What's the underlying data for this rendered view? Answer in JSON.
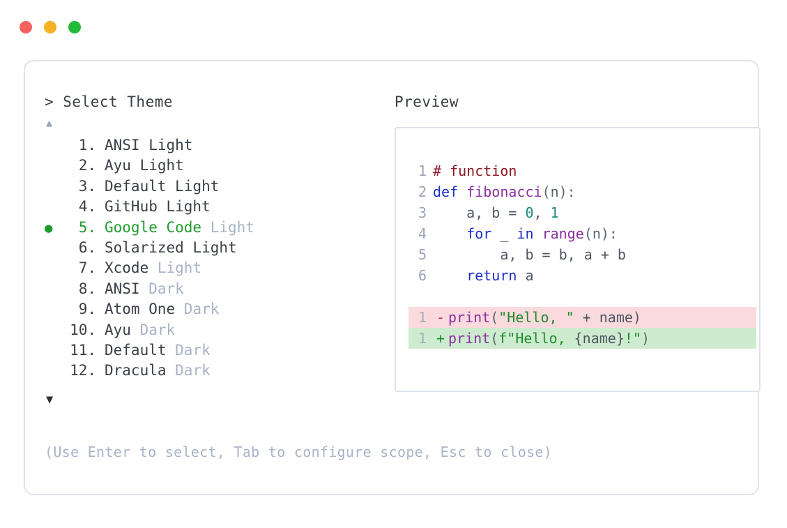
{
  "window": {
    "dots": [
      {
        "name": "close-dot",
        "color": "#f4625c"
      },
      {
        "name": "minimize-dot",
        "color": "#f5b324"
      },
      {
        "name": "maximize-dot",
        "color": "#22bb39"
      }
    ]
  },
  "picker": {
    "prompt": "> Select Theme",
    "scroll_up": "▲",
    "scroll_down": "▼",
    "selected_index": 5,
    "selected_bullet": "●",
    "items": [
      {
        "num": "1",
        "name": "ANSI",
        "variant": "Light",
        "variant_muted": false,
        "selected": false
      },
      {
        "num": "2",
        "name": "Ayu",
        "variant": "Light",
        "variant_muted": false,
        "selected": false
      },
      {
        "num": "3",
        "name": "Default",
        "variant": "Light",
        "variant_muted": false,
        "selected": false
      },
      {
        "num": "4",
        "name": "GitHub",
        "variant": "Light",
        "variant_muted": false,
        "selected": false
      },
      {
        "num": "5",
        "name": "Google Code",
        "variant": "Light",
        "variant_muted": true,
        "selected": true
      },
      {
        "num": "6",
        "name": "Solarized",
        "variant": "Light",
        "variant_muted": false,
        "selected": false
      },
      {
        "num": "7",
        "name": "Xcode",
        "variant": "Light",
        "variant_muted": true,
        "selected": false
      },
      {
        "num": "8",
        "name": "ANSI",
        "variant": "Dark",
        "variant_muted": true,
        "selected": false
      },
      {
        "num": "9",
        "name": "Atom One",
        "variant": "Dark",
        "variant_muted": true,
        "selected": false
      },
      {
        "num": "10",
        "name": "Ayu",
        "variant": "Dark",
        "variant_muted": true,
        "selected": false
      },
      {
        "num": "11",
        "name": "Default",
        "variant": "Dark",
        "variant_muted": true,
        "selected": false
      },
      {
        "num": "12",
        "name": "Dracula",
        "variant": "Dark",
        "variant_muted": true,
        "selected": false
      }
    ]
  },
  "preview": {
    "title": "Preview",
    "code_lines": [
      {
        "num": "1",
        "tokens": [
          {
            "text": "# function",
            "type": "comment"
          }
        ]
      },
      {
        "num": "2",
        "tokens": [
          {
            "text": "def ",
            "type": "keyword"
          },
          {
            "text": "fibonacci",
            "type": "func"
          },
          {
            "text": "(n):",
            "type": "punct"
          }
        ]
      },
      {
        "num": "3",
        "tokens": [
          {
            "text": "    a, b = ",
            "type": "plain"
          },
          {
            "text": "0",
            "type": "number"
          },
          {
            "text": ", ",
            "type": "plain"
          },
          {
            "text": "1",
            "type": "number"
          }
        ]
      },
      {
        "num": "4",
        "tokens": [
          {
            "text": "    ",
            "type": "plain"
          },
          {
            "text": "for",
            "type": "keyword"
          },
          {
            "text": " _ ",
            "type": "plain"
          },
          {
            "text": "in",
            "type": "keyword"
          },
          {
            "text": " ",
            "type": "plain"
          },
          {
            "text": "range",
            "type": "func"
          },
          {
            "text": "(n):",
            "type": "punct"
          }
        ]
      },
      {
        "num": "5",
        "tokens": [
          {
            "text": "        a, b = b, a + b",
            "type": "plain"
          }
        ]
      },
      {
        "num": "6",
        "tokens": [
          {
            "text": "    ",
            "type": "plain"
          },
          {
            "text": "return",
            "type": "keyword"
          },
          {
            "text": " a",
            "type": "plain"
          }
        ]
      }
    ],
    "diff_lines": [
      {
        "num": "1",
        "marker": "-",
        "kind": "removed",
        "tokens": [
          {
            "text": "print",
            "type": "func"
          },
          {
            "text": "(",
            "type": "punct"
          },
          {
            "text": "\"Hello, \"",
            "type": "string"
          },
          {
            "text": " + name)",
            "type": "plain"
          }
        ]
      },
      {
        "num": "1",
        "marker": "+",
        "kind": "added",
        "tokens": [
          {
            "text": "print",
            "type": "func"
          },
          {
            "text": "(",
            "type": "punct"
          },
          {
            "text": "f\"Hello, ",
            "type": "string"
          },
          {
            "text": "{name}",
            "type": "plain"
          },
          {
            "text": "!\"",
            "type": "string"
          },
          {
            "text": ")",
            "type": "punct"
          }
        ]
      }
    ]
  },
  "footer": {
    "hint": "(Use Enter to select, Tab to configure scope, Esc to close)"
  },
  "colors": {
    "selected_green": "#1f9c2e",
    "muted_blue_gray": "#a9b3c6",
    "text_dark": "#3b4048",
    "border": "#dfe3ea",
    "diff_removed_bg": "#fadadd",
    "diff_added_bg": "#cdeccf",
    "token_comment": "#8b1a24",
    "token_keyword": "#1a31cc",
    "token_func": "#8b2fa0",
    "token_number": "#1a8a7a",
    "token_string": "#1f8c2b"
  }
}
